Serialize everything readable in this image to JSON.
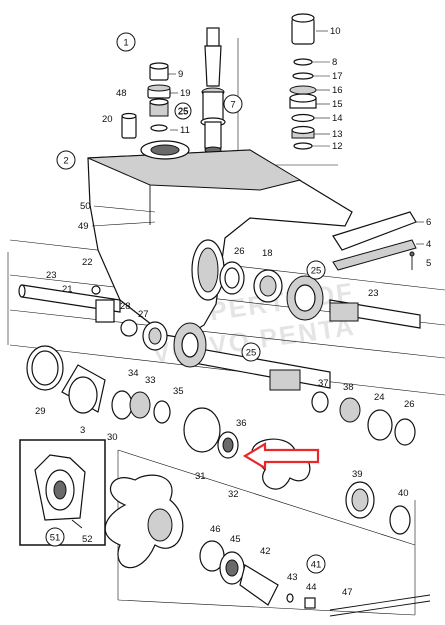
{
  "diagram": {
    "watermark": [
      "PROPERTY OF",
      "VOLVO PENTA"
    ],
    "circled_labels": [
      "1",
      "2",
      "7",
      "25",
      "25",
      "25",
      "41",
      "51"
    ],
    "part_labels": [
      "9",
      "19",
      "48",
      "25",
      "11",
      "20",
      "10",
      "8",
      "17",
      "16",
      "15",
      "14",
      "13",
      "12",
      "50",
      "49",
      "6",
      "4",
      "5",
      "22",
      "26",
      "18",
      "21",
      "23",
      "28",
      "27",
      "23",
      "34",
      "33",
      "35",
      "37",
      "38",
      "24",
      "26",
      "29",
      "3",
      "30",
      "36",
      "31",
      "32",
      "39",
      "40",
      "46",
      "45",
      "42",
      "43",
      "44",
      "47",
      "52"
    ],
    "highlight_arrow": {
      "color": "#e8282c",
      "points_to": "36"
    }
  }
}
